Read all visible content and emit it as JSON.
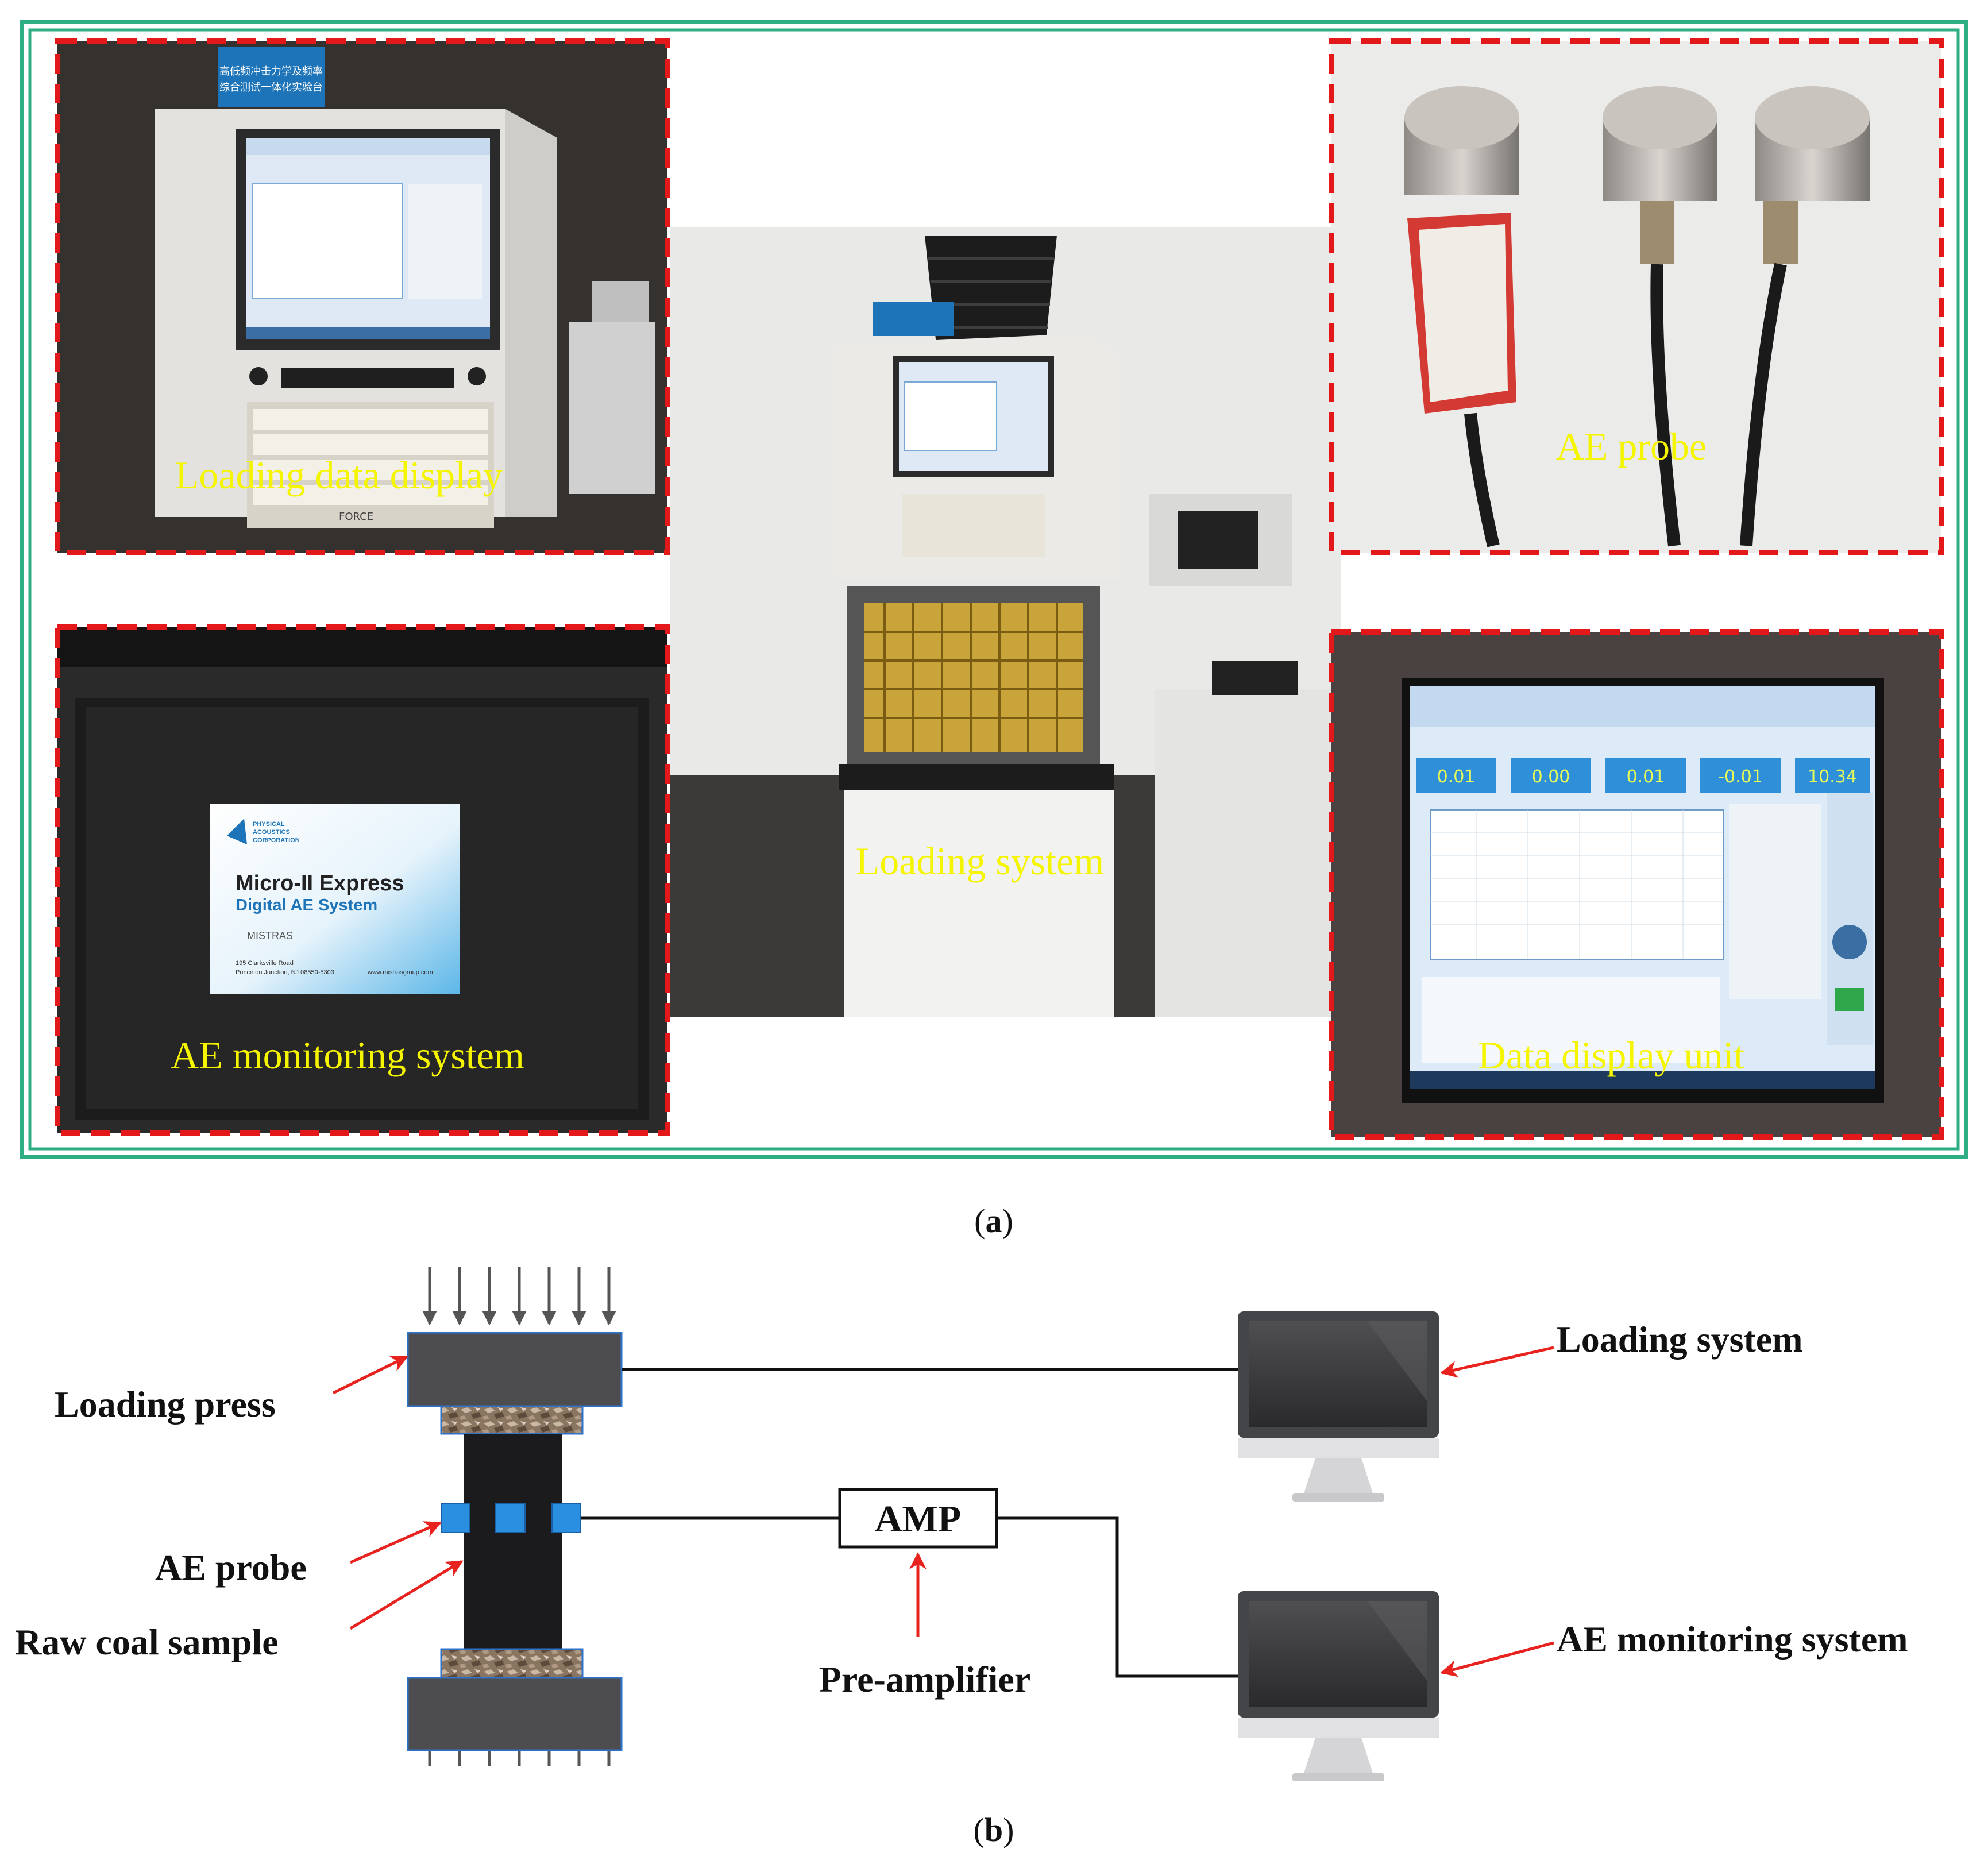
{
  "panel_a": {
    "caption_open": "(",
    "caption_letter": "a",
    "caption_close": ")",
    "photos": {
      "loading_data_display": {
        "label": "Loading data display",
        "badge_lines": [
          "高低频冲击力学及频率",
          "综合测试一体化实验台"
        ],
        "brand": "FORCE"
      },
      "loading_system": {
        "label": "Loading system"
      },
      "ae_probe": {
        "label": "AE probe"
      },
      "ae_monitoring_system": {
        "label": "AE monitoring system",
        "logo_text_1": "PHYSICAL",
        "logo_text_2": "ACOUSTICS",
        "logo_text_3": "CORPORATION",
        "product_name": "Micro-II Express",
        "product_sub": "Digital AE System",
        "maker": "MISTRAS",
        "address_1": "195 Clarksville Road",
        "address_2": "Princeton Junction, NJ 08550-5303",
        "website": "www.mistrasgroup.com"
      },
      "data_display_unit": {
        "label": "Data display unit",
        "readouts": [
          "0.01",
          "0.00",
          "0.01",
          "-0.01",
          "10.34"
        ]
      }
    }
  },
  "panel_b": {
    "caption_open": "(",
    "caption_letter": "b",
    "caption_close": ")",
    "labels": {
      "loading_press": "Loading press",
      "ae_probe": "AE probe",
      "raw_coal_sample": "Raw coal sample",
      "amp": "AMP",
      "pre_amplifier": "Pre-amplifier",
      "loading_system": "Loading system",
      "ae_monitoring_system": "AE monitoring system"
    }
  },
  "colors": {
    "frame_green": "#2fae86",
    "dashed_red": "#e3181b",
    "label_yellow": "#f5f500",
    "arrow_red": "#e8231f",
    "press_gray": "#4d4d4f",
    "probe_blue": "#2b8fe0",
    "sample_dark": "#1b1b1d",
    "monitor_dark": "#444548"
  }
}
